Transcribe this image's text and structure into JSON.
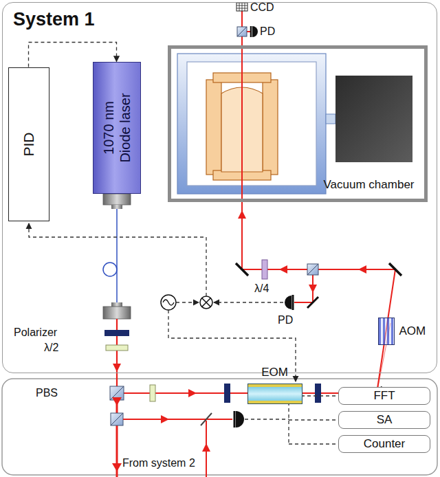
{
  "diagram": {
    "nodes": [
      {
        "text": [
          "System 1"
        ]
      },
      {
        "text": [
          "Vacuum chamber"
        ],
        "in": 0
      },
      {
        "text": [
          "PID"
        ],
        "in": 0
      },
      {
        "text": [
          "1070 nm Diode laser"
        ],
        "in": 0
      },
      {
        "text": [
          "AOM"
        ],
        "in": 0
      },
      {
        "text": [
          "EOM"
        ],
        "in": 0
      },
      {
        "text": [
          "FFT"
        ]
      },
      {
        "text": [
          "SA"
        ]
      },
      {
        "text": [
          "Counter"
        ]
      }
    ],
    "edges": [
      {
        "from": 2,
        "to": 3,
        "arrow": "to"
      }
    ],
    "labels": [
      "CCD",
      "PD",
      "λ/4",
      "PD",
      "Polarizer",
      "λ/2",
      "PBS",
      "From system 2"
    ]
  }
}
